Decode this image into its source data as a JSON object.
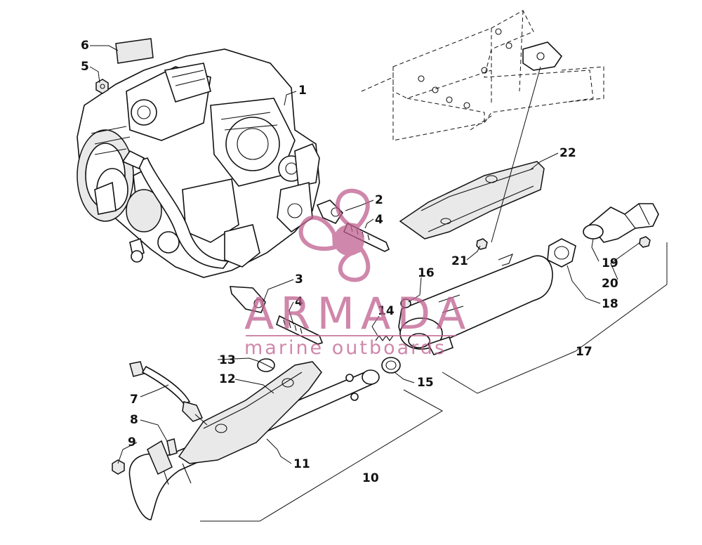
{
  "diagram": {
    "callouts": [
      {
        "id": "c1",
        "label": "1"
      },
      {
        "id": "c2",
        "label": "2"
      },
      {
        "id": "c3",
        "label": "3"
      },
      {
        "id": "c4a",
        "label": "4"
      },
      {
        "id": "c4b",
        "label": "4"
      },
      {
        "id": "c5",
        "label": "5"
      },
      {
        "id": "c6",
        "label": "6"
      },
      {
        "id": "c7",
        "label": "7"
      },
      {
        "id": "c8",
        "label": "8"
      },
      {
        "id": "c9",
        "label": "9"
      },
      {
        "id": "c10",
        "label": "10"
      },
      {
        "id": "c11",
        "label": "11"
      },
      {
        "id": "c12",
        "label": "12"
      },
      {
        "id": "c13",
        "label": "13"
      },
      {
        "id": "c14",
        "label": "14"
      },
      {
        "id": "c15",
        "label": "15"
      },
      {
        "id": "c16",
        "label": "16"
      },
      {
        "id": "c17",
        "label": "17"
      },
      {
        "id": "c18",
        "label": "18"
      },
      {
        "id": "c19",
        "label": "19"
      },
      {
        "id": "c20",
        "label": "20"
      },
      {
        "id": "c21",
        "label": "21"
      },
      {
        "id": "c22",
        "label": "22"
      }
    ]
  },
  "watermark": {
    "brand": "ARMADA",
    "tagline": "marine outboards",
    "color": "#c0608f"
  }
}
